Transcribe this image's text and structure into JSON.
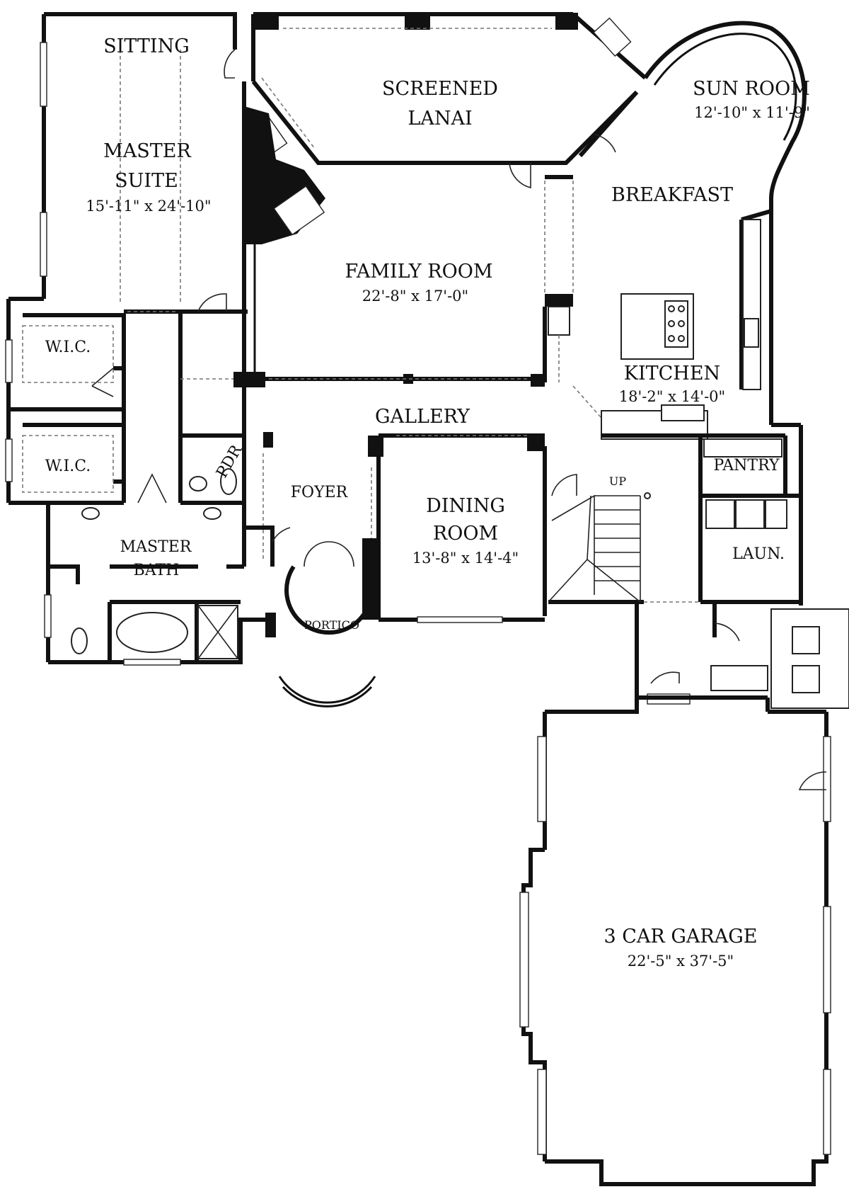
{
  "rooms": [
    {
      "id": "sitting",
      "name": "SITTING",
      "dims": ""
    },
    {
      "id": "master-suite",
      "name": "MASTER SUITE",
      "dims": "15'-11\" x 24'-10\""
    },
    {
      "id": "screened-lanai",
      "name": "SCREENED LANAI",
      "dims": ""
    },
    {
      "id": "sun-room",
      "name": "SUN ROOM",
      "dims": "12'-10\" x 11'-9\""
    },
    {
      "id": "breakfast",
      "name": "BREAKFAST",
      "dims": ""
    },
    {
      "id": "family-room",
      "name": "FAMILY ROOM",
      "dims": "22'-8\" x 17'-0\""
    },
    {
      "id": "wic-1",
      "name": "W.I.C.",
      "dims": ""
    },
    {
      "id": "wic-2",
      "name": "W.I.C.",
      "dims": ""
    },
    {
      "id": "kitchen",
      "name": "KITCHEN",
      "dims": "18'-2\" x 14'-0\""
    },
    {
      "id": "gallery",
      "name": "GALLERY",
      "dims": ""
    },
    {
      "id": "pdr",
      "name": "PDR",
      "dims": ""
    },
    {
      "id": "pantry",
      "name": "PANTRY",
      "dims": ""
    },
    {
      "id": "foyer",
      "name": "FOYER",
      "dims": ""
    },
    {
      "id": "dining-room",
      "name": "DINING ROOM",
      "dims": "13'-8\" x 14'-4\""
    },
    {
      "id": "laundry",
      "name": "LAUN.",
      "dims": ""
    },
    {
      "id": "master-bath",
      "name": "MASTER BATH",
      "dims": ""
    },
    {
      "id": "portico",
      "name": "PORTICO",
      "dims": ""
    },
    {
      "id": "garage",
      "name": "3 CAR GARAGE",
      "dims": "22'-5\" x 37'-5\""
    }
  ],
  "labels": {
    "sitting": "SITTING",
    "master_suite_1": "MASTER",
    "master_suite_2": "SUITE",
    "master_suite_dims": "15'-11\" x 24'-10\"",
    "lanai_1": "SCREENED",
    "lanai_2": "LANAI",
    "sun_room": "SUN ROOM",
    "sun_room_dims": "12'-10\" x 11'-9\"",
    "breakfast": "BREAKFAST",
    "family_room": "FAMILY ROOM",
    "family_room_dims": "22'-8\" x 17'-0\"",
    "wic_1": "W.I.C.",
    "wic_2": "W.I.C.",
    "kitchen": "KITCHEN",
    "kitchen_dims": "18'-2\" x 14'-0\"",
    "gallery": "GALLERY",
    "pdr": "PDR",
    "pantry": "PANTRY",
    "stairs_up": "UP",
    "foyer": "FOYER",
    "dining_1": "DINING",
    "dining_2": "ROOM",
    "dining_dims": "13'-8\" x 14'-4\"",
    "laundry": "LAUN.",
    "master_bath_1": "MASTER",
    "master_bath_2": "BATH",
    "portico": "PORTICO",
    "garage": "3 CAR GARAGE",
    "garage_dims": "22'-5\" x 37'-5\""
  }
}
